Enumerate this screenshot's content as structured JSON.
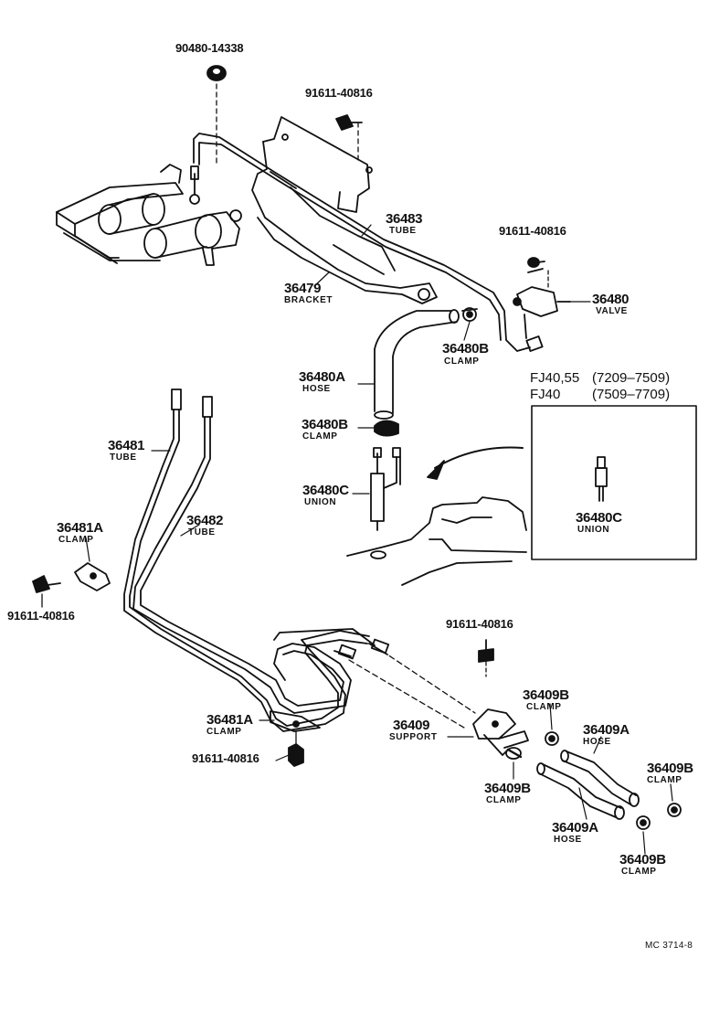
{
  "parts": {
    "p90480": {
      "number": "90480-14338"
    },
    "p91611_top": {
      "number": "91611-40816"
    },
    "p36483": {
      "number": "36483",
      "name": "TUBE"
    },
    "p91611_valve": {
      "number": "91611-40816"
    },
    "p36479": {
      "number": "36479",
      "name": "BRACKET"
    },
    "p36480": {
      "number": "36480",
      "name": "VALVE"
    },
    "p36480B_top": {
      "number": "36480B",
      "name": "CLAMP"
    },
    "p36480A": {
      "number": "36480A",
      "name": "HOSE"
    },
    "p36480B_mid": {
      "number": "36480B",
      "name": "CLAMP"
    },
    "p36481": {
      "number": "36481",
      "name": "TUBE"
    },
    "p36480C": {
      "number": "36480C",
      "name": "UNION"
    },
    "p36482": {
      "number": "36482",
      "name": "TUBE"
    },
    "p36481A_top": {
      "number": "36481A",
      "name": "CLAMP"
    },
    "p91611_left": {
      "number": "91611-40816"
    },
    "p91611_support": {
      "number": "91611-40816"
    },
    "p36409B_a": {
      "number": "36409B",
      "name": "CLAMP"
    },
    "p36409": {
      "number": "36409",
      "name": "SUPPORT"
    },
    "p36481A_bot": {
      "number": "36481A",
      "name": "CLAMP"
    },
    "p36409A_a": {
      "number": "36409A",
      "name": "HOSE"
    },
    "p36409B_b": {
      "number": "36409B",
      "name": "CLAMP"
    },
    "p91611_bot": {
      "number": "91611-40816"
    },
    "p36409B_c": {
      "number": "36409B",
      "name": "CLAMP"
    },
    "p36409A_b": {
      "number": "36409A",
      "name": "HOSE"
    },
    "p36409B_d": {
      "number": "36409B",
      "name": "CLAMP"
    }
  },
  "inset": {
    "row1_model": "FJ40,55",
    "row1_range": "(7209–7509)",
    "row2_model": "FJ40",
    "row2_range": "(7509–7709)",
    "part_number": "36480C",
    "part_name": "UNION"
  },
  "reference": "MC 3714-8"
}
